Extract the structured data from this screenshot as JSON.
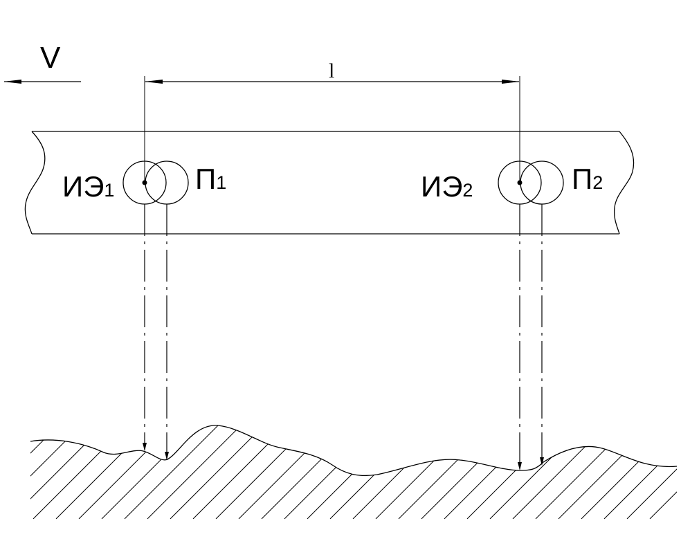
{
  "velocity_label": "V",
  "base_length_label": "l",
  "sensors": [
    {
      "emitter_label": "ИЭ",
      "emitter_index": "1",
      "receiver_label": "П",
      "receiver_index": "1"
    },
    {
      "emitter_label": "ИЭ",
      "emitter_index": "2",
      "receiver_label": "П",
      "receiver_index": "2"
    }
  ]
}
